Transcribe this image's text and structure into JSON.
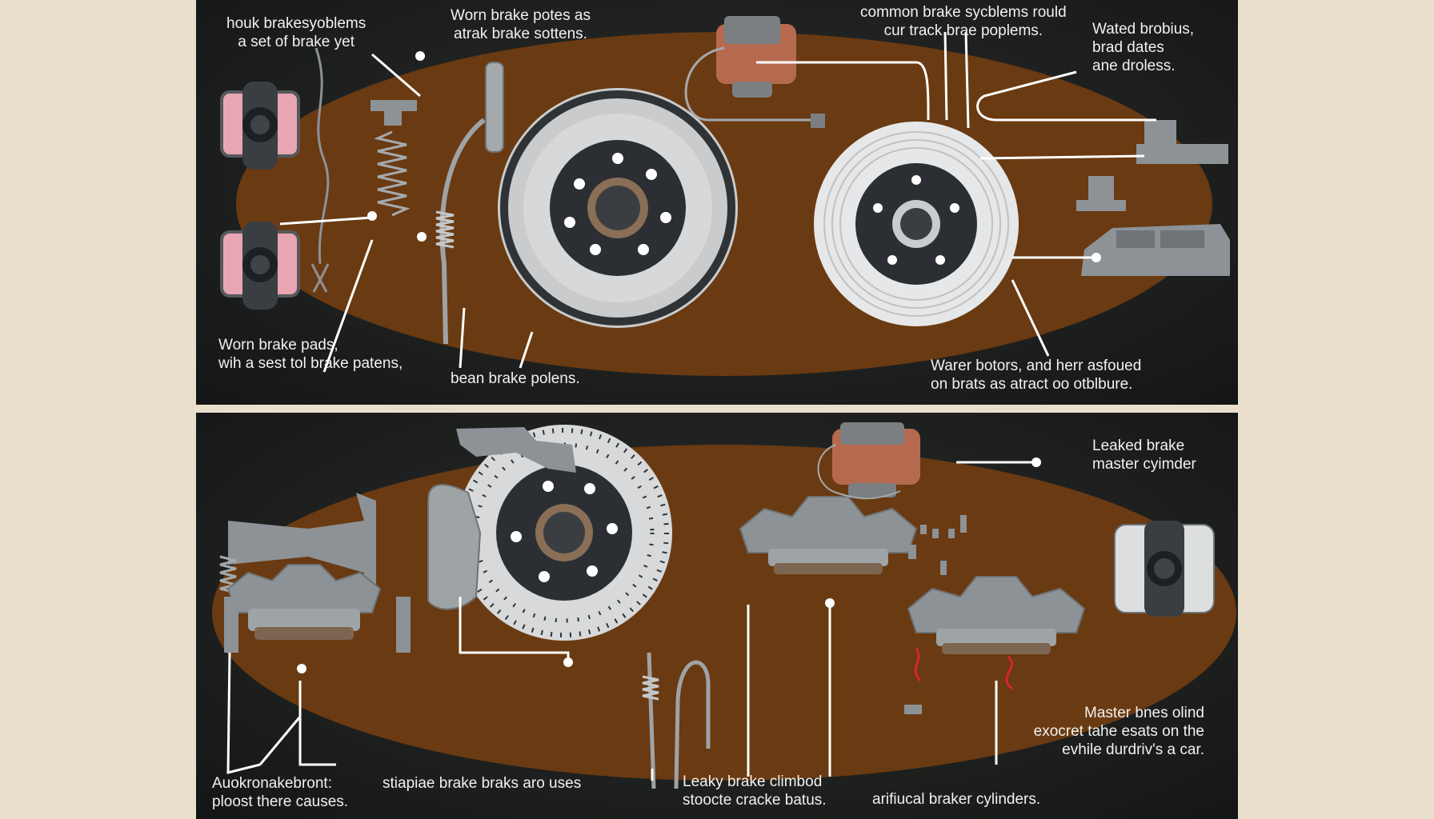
{
  "colors": {
    "page_bg": "#eadfcd",
    "panel_bg": "#1c1e1d",
    "ellipse": "#6a3a12",
    "rotor": "#c9cbcc",
    "hub": "#2b2f33",
    "pad_pink": "#e8a6b3",
    "caliper_copper": "#b56a4f",
    "metal_grey": "#8d9296",
    "leader_line": "#ffffff",
    "leak_red": "#d8262b"
  },
  "top_panel": {
    "labels": {
      "l1": "houk brakesyoblems\na set  of brake yet",
      "l2": "Worn brake potes as\natrak brake sottens.",
      "l3": "common brake sycblems rould\ncur track brae poplems.",
      "l4": "Wated brobius,\nbrad dates\nane droless.",
      "l5": "Worn brake pads,\nwih a  sest tol brake patens,",
      "l6": "bean brake polens.",
      "l7": "Warer botors, and herr asfoued\non brats as atract oo otblbure."
    }
  },
  "bottom_panel": {
    "labels": {
      "l1": "Leaked brake\nmaster cyimder",
      "l2": "Master bnes olind\nexocret tahe esats on the\nevhile durdriv's a car.",
      "l3": "Auokronakebront:\nploost there causes.",
      "l4": "stiapiae brake braks  aro uses",
      "l5": "Leaky brake climbod\nstoocte cracke batus.",
      "l6": "arifiucal braker cylinders."
    }
  }
}
